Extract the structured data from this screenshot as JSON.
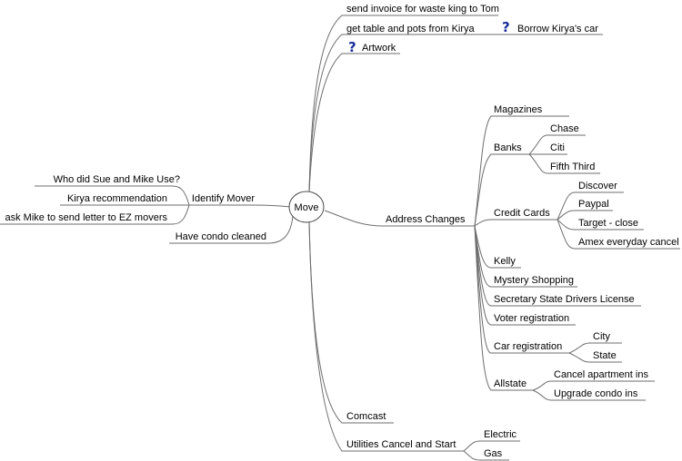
{
  "center": "Move",
  "colors": {
    "line": "#6e6e6e",
    "question_icon": "#1a2f9a"
  },
  "left": {
    "identify": {
      "label": "Identify Mover",
      "children": [
        "Who did Sue and Mike Use?",
        "Kirya recommendation",
        "ask Mike to send letter to EZ movers"
      ]
    },
    "condo": "Have condo cleaned"
  },
  "right": {
    "invoice": "send invoice for waste king to Tom",
    "table": {
      "label": "get table and pots from Kirya",
      "child": {
        "label": "Borrow Kirya's car",
        "icon": "question-icon"
      }
    },
    "artwork": {
      "label": "Artwork",
      "icon": "question-icon"
    },
    "address": {
      "label": "Address Changes",
      "magazines": "Magazines",
      "banks": {
        "label": "Banks",
        "children": [
          "Chase",
          "Citi",
          "Fifth Third"
        ]
      },
      "credit": {
        "label": "Credit Cards",
        "children": [
          "Discover",
          "Paypal",
          "Target - close",
          "Amex everyday cancel"
        ]
      },
      "kelly": "Kelly",
      "mystery": "Mystery Shopping",
      "secretary": "Secretary State Drivers License",
      "voter": "Voter registration",
      "car": {
        "label": "Car registration",
        "children": [
          "City",
          "State"
        ]
      },
      "allstate": {
        "label": "Allstate",
        "children": [
          "Cancel apartment ins",
          "Upgrade condo ins"
        ]
      }
    },
    "comcast": "Comcast",
    "utilities": {
      "label": "Utilities Cancel and Start",
      "children": [
        "Electric",
        "Gas"
      ]
    }
  }
}
